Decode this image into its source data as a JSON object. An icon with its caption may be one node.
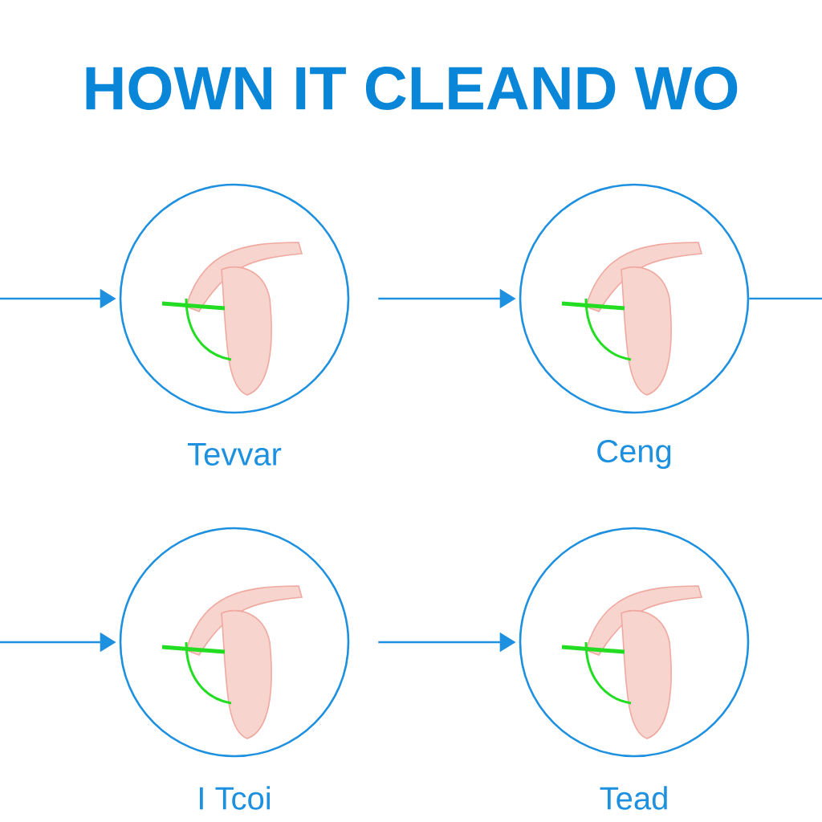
{
  "diagram": {
    "title": "HOWN IT CLEAND WO",
    "nodes": [
      {
        "text": [],
        "shape": "circle",
        "beside": [
          "Tevvar"
        ]
      },
      {
        "text": [],
        "shape": "circle",
        "beside": [
          "Ceng"
        ]
      },
      {
        "text": [],
        "shape": "circle",
        "beside": [
          "I Tcoi"
        ]
      },
      {
        "text": [],
        "shape": "circle",
        "beside": [
          "Tead"
        ]
      }
    ],
    "edges": [
      {
        "from": null,
        "to": 0,
        "arrow": "to"
      },
      {
        "from": 0,
        "to": 1,
        "arrow": "to"
      },
      {
        "from": 1,
        "to": null,
        "arrow": "none"
      },
      {
        "from": null,
        "to": 2,
        "arrow": "to"
      },
      {
        "from": 2,
        "to": 3,
        "arrow": "to"
      }
    ]
  }
}
